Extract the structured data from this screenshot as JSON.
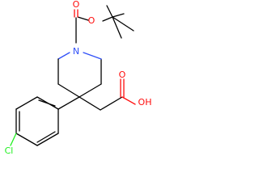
{
  "molecule": {
    "atoms": {
      "N": {
        "symbol": "N",
        "color": "#3050f8"
      },
      "O_ester": {
        "symbol": "O",
        "color": "#ff0d0d"
      },
      "O_carbonyl_boc": {
        "symbol": "O",
        "color": "#ff0d0d"
      },
      "O_carbonyl_acid": {
        "symbol": "O",
        "color": "#ff0d0d"
      },
      "OH": {
        "symbol": "OH",
        "color": "#ff0d0d"
      },
      "Cl": {
        "symbol": "Cl",
        "color": "#1ff01f"
      }
    },
    "colors": {
      "bond": "#000000",
      "background": "#ffffff"
    }
  }
}
